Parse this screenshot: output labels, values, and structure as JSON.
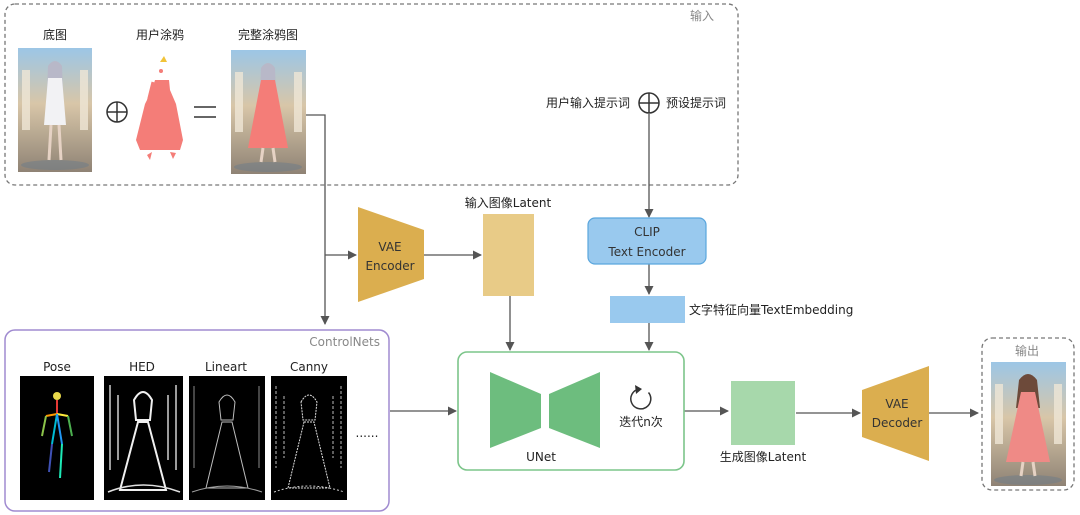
{
  "input_group": {
    "label": "输入",
    "base_image_label": "底图",
    "user_scribble_label": "用户涂鸦",
    "full_scribble_label": "完整涂鸦图",
    "prompt_user_label": "用户输入提示词",
    "prompt_preset_label": "预设提示词"
  },
  "vae_encoder": {
    "line1": "VAE",
    "line2": "Encoder"
  },
  "input_latent": {
    "label": "输入图像Latent"
  },
  "clip": {
    "line1": "CLIP",
    "line2": "Text Encoder"
  },
  "text_embedding": {
    "label": "文字特征向量TextEmbedding"
  },
  "controlnets": {
    "label": "ControlNets",
    "items": [
      "Pose",
      "HED",
      "Lineart",
      "Canny"
    ],
    "more": "......"
  },
  "unet": {
    "label": "UNet",
    "iterate_label": "迭代n次"
  },
  "output_latent": {
    "label": "生成图像Latent"
  },
  "vae_decoder": {
    "line1": "VAE",
    "line2": "Decoder"
  },
  "output_group": {
    "label": "输出"
  },
  "colors": {
    "vae": "#dbae4f",
    "latent_in": "#e8cb87",
    "clip": "#99c9ee",
    "embedding": "#99c9ee",
    "unet": "#6dbd7e",
    "latent_out": "#a7d8ab",
    "controlnet_border": "#a08bd0",
    "unet_border": "#7cc58a",
    "scribble": "#f47d78"
  }
}
